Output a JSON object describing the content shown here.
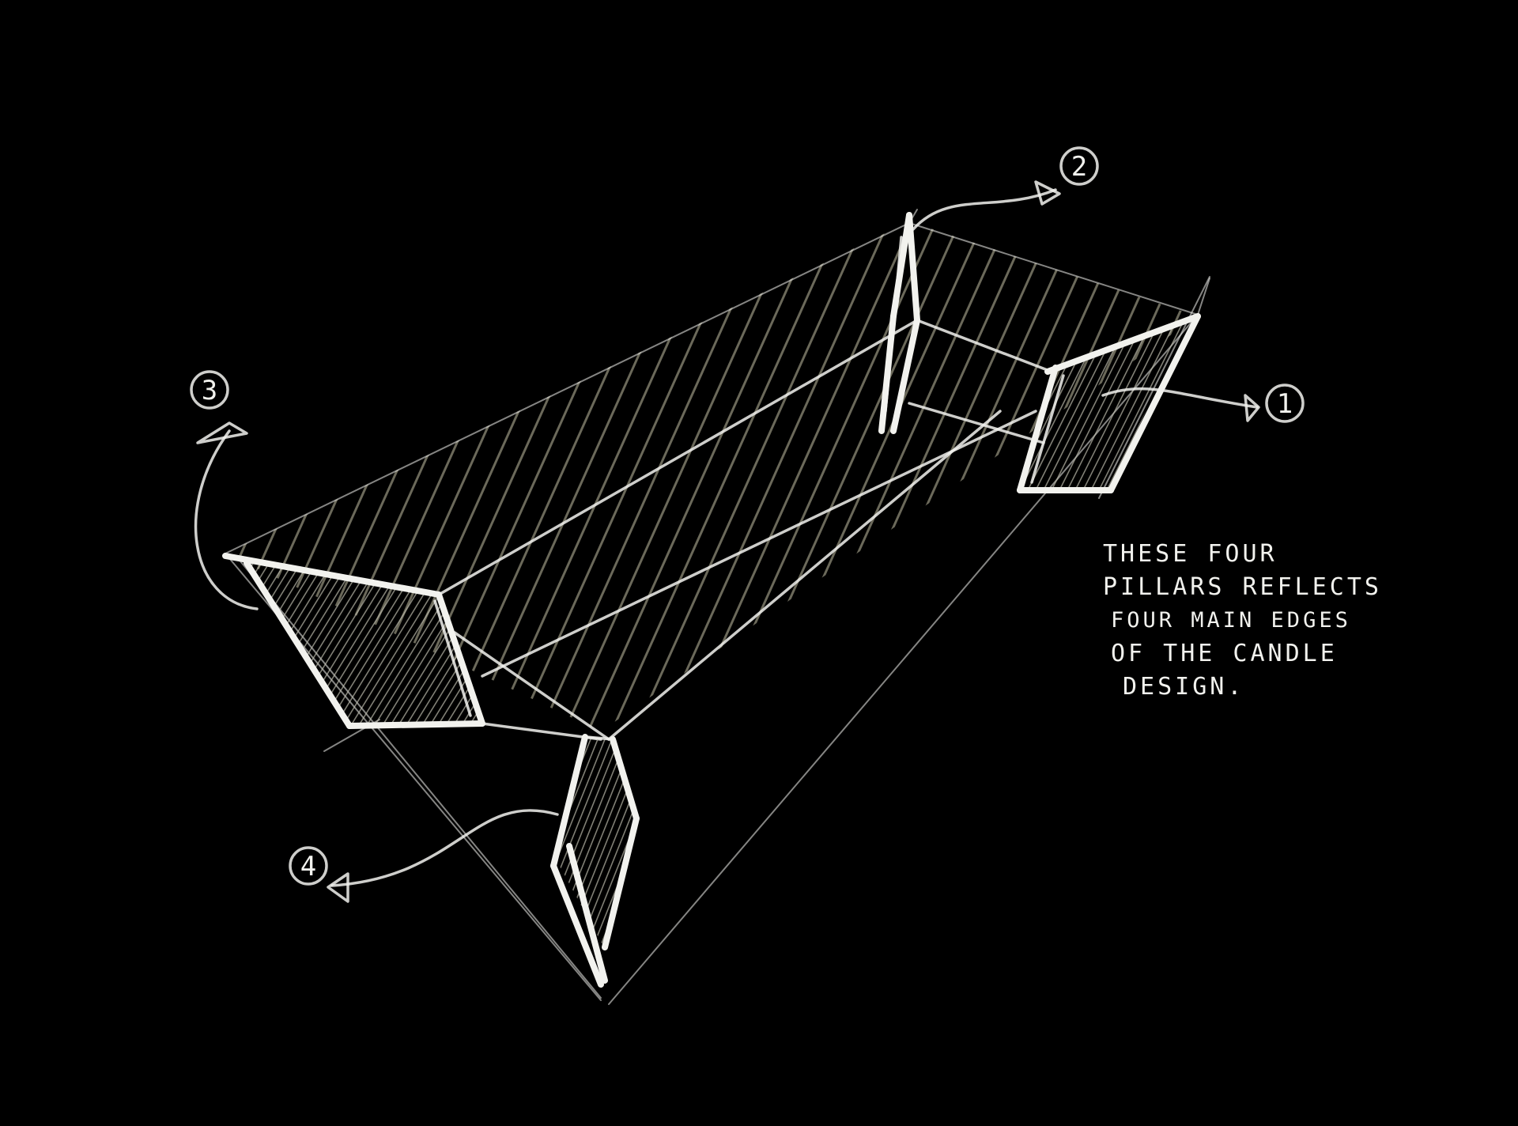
{
  "sketch": {
    "background": "#000000",
    "stroke_color": "#f2f2ee",
    "hatch_color": "#8f8c78",
    "callouts": [
      {
        "id": "1",
        "label": "1"
      },
      {
        "id": "2",
        "label": "2"
      },
      {
        "id": "3",
        "label": "3"
      },
      {
        "id": "4",
        "label": "4"
      }
    ],
    "note": {
      "lines": [
        "THESE FOUR",
        "PILLARS REFLECTS",
        "FOUR MAIN EDGES",
        "OF THE CANDLE",
        "DESIGN."
      ]
    }
  }
}
